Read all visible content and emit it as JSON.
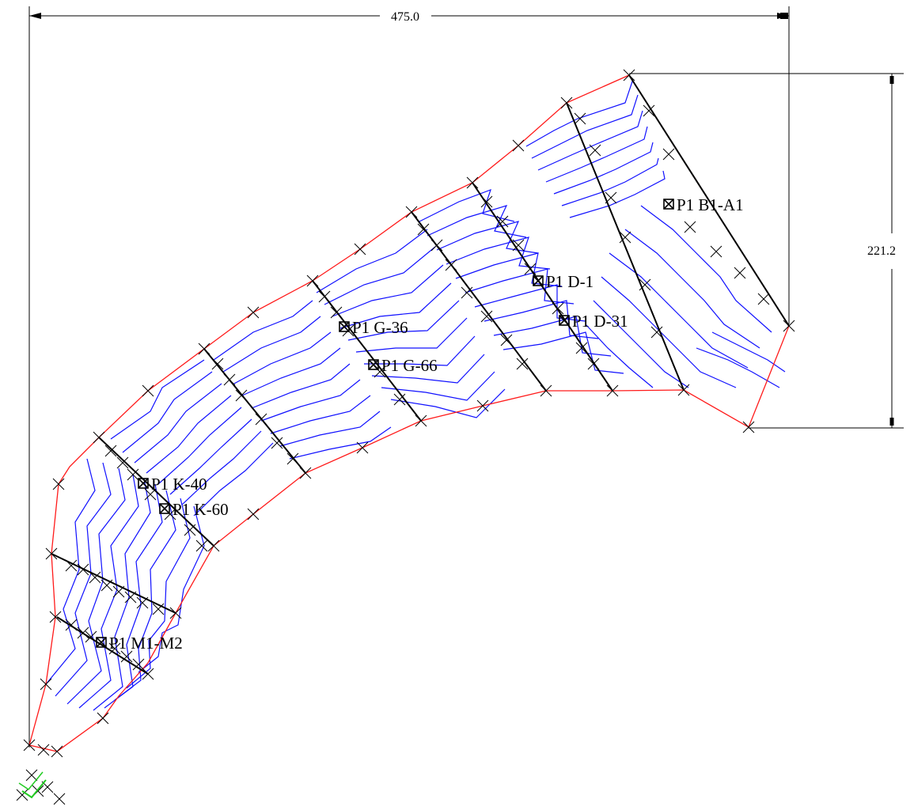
{
  "dimensions": {
    "width_label": "475.0",
    "height_label": "221.2"
  },
  "points": [
    {
      "id": "p1-b1-a1",
      "label": "P1 B1-A1"
    },
    {
      "id": "p1-d-1",
      "label": "P1 D-1"
    },
    {
      "id": "p1-d-31",
      "label": "P1 D-31"
    },
    {
      "id": "p1-g-36",
      "label": "P1 G-36"
    },
    {
      "id": "p1-g-66",
      "label": "P1 G-66"
    },
    {
      "id": "p1-k-40",
      "label": "P1 K-40"
    },
    {
      "id": "p1-k-60",
      "label": "P1 K-60"
    },
    {
      "id": "p1-m1-m2",
      "label": "P1 M1-M2"
    }
  ],
  "colors": {
    "contour": "#1010ff",
    "boundary": "#ff1a1a",
    "section": "#000000",
    "origin_marker": "#22cc22"
  }
}
